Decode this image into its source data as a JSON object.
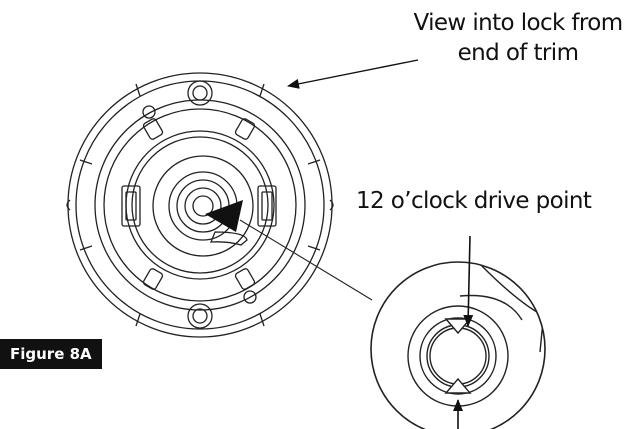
{
  "callouts": {
    "view_line1": "View into lock from",
    "view_line2": "end of trim",
    "drive_point": "12 o’clock drive point"
  },
  "figure": {
    "label": "Figure 8A"
  }
}
